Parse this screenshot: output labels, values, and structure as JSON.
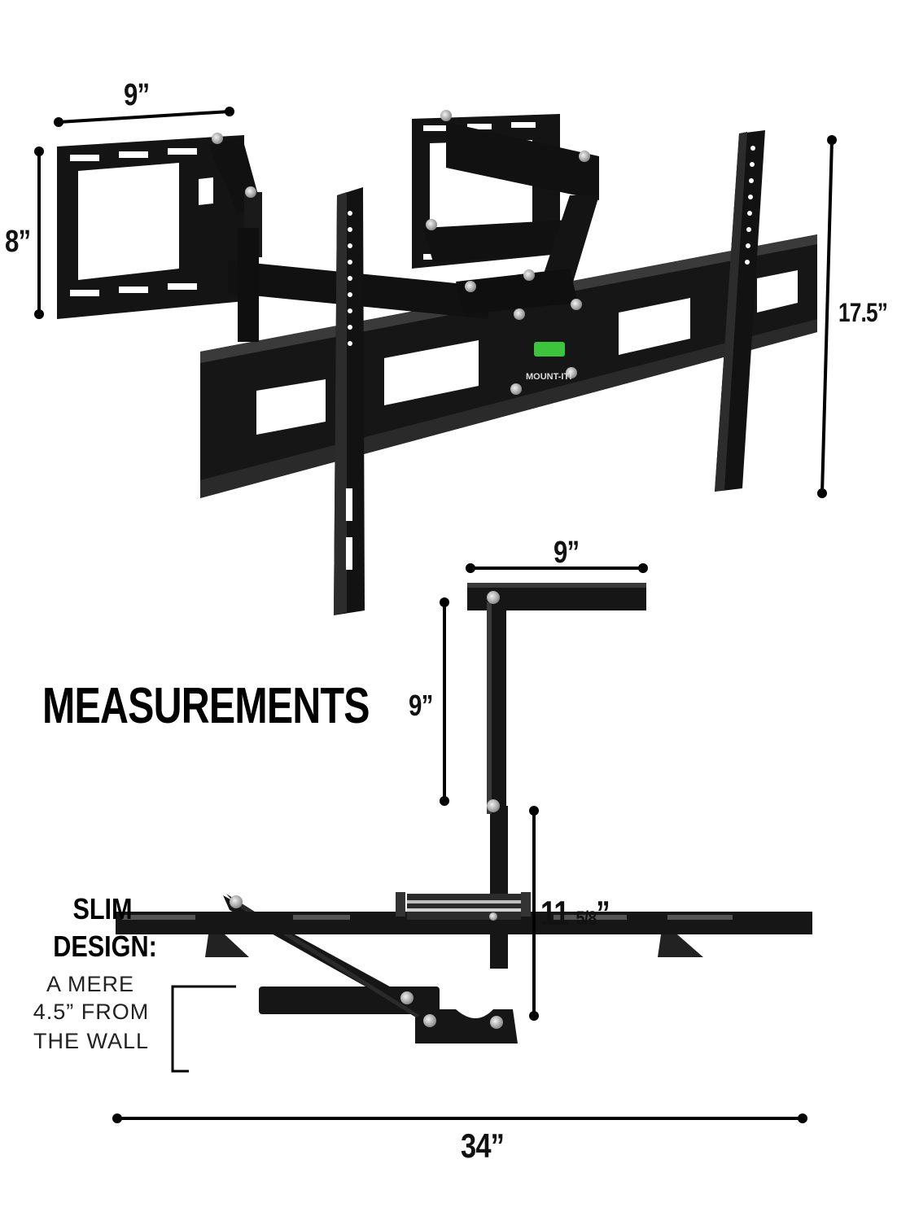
{
  "title": "MEASUREMENTS",
  "brand_label": "MOUNT-IT!",
  "dimensions": {
    "top_width": "9”",
    "top_height": "8”",
    "total_height": "17.5”",
    "arm_top_width": "9”",
    "arm_segment_1": "9”",
    "arm_segment_2_whole": "11",
    "arm_segment_2_fraction": "5/8",
    "arm_segment_2_mark": "”",
    "total_width": "34”"
  },
  "slim_design": {
    "heading_line1": "SLIM",
    "heading_line2": "DESIGN:",
    "note_line1": "A MERE",
    "note_line2": "4.5” FROM",
    "note_line3": "THE WALL"
  },
  "colors": {
    "metal": "#111111",
    "metal_highlight": "#3a3a3a",
    "bolt": "#c8c8c8",
    "level_bubble": "#3cc43c",
    "dimension_line": "#000000"
  }
}
